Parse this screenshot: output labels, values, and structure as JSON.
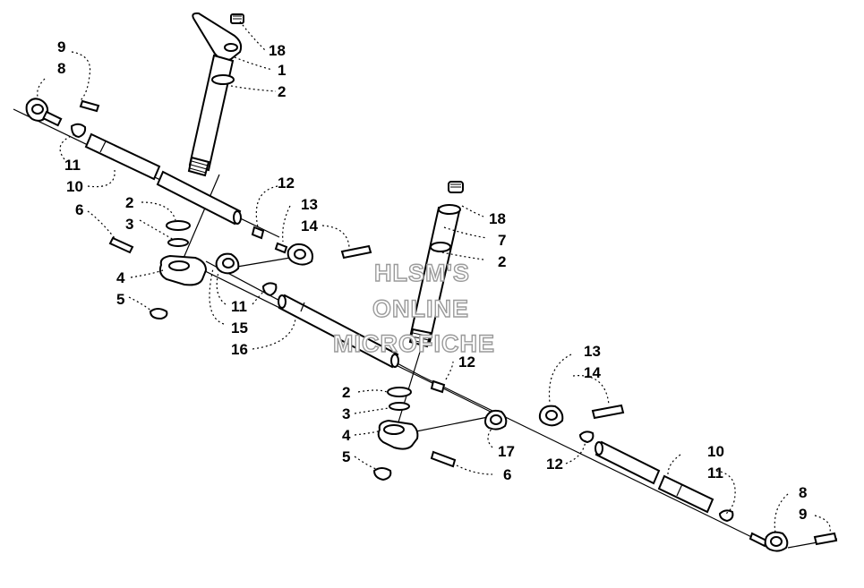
{
  "watermark": {
    "line1": "HLSM'S",
    "line2": "ONLINE",
    "line3": "MICROFICHE"
  },
  "callouts": {
    "c_9_top_left": "9",
    "c_8_top_left": "8",
    "c_18_top": "18",
    "c_1": "1",
    "c_2_top": "2",
    "c_11_left": "11",
    "c_10_left": "10",
    "c_12_upper": "12",
    "c_13_upper": "13",
    "c_14_upper": "14",
    "c_2_left": "2",
    "c_3_left": "3",
    "c_6_left": "6",
    "c_4_left": "4",
    "c_5_left": "5",
    "c_11_mid": "11",
    "c_15": "15",
    "c_16": "16",
    "c_18_mid": "18",
    "c_7": "7",
    "c_2_mid": "2",
    "c_12_mid": "12",
    "c_2_lower": "2",
    "c_3_lower": "3",
    "c_4_lower": "4",
    "c_5_lower": "5",
    "c_17": "17",
    "c_6_lower": "6",
    "c_13_right": "13",
    "c_14_right": "14",
    "c_12_right": "12",
    "c_10_right": "10",
    "c_11_right": "11",
    "c_8_right": "8",
    "c_9_right": "9"
  }
}
